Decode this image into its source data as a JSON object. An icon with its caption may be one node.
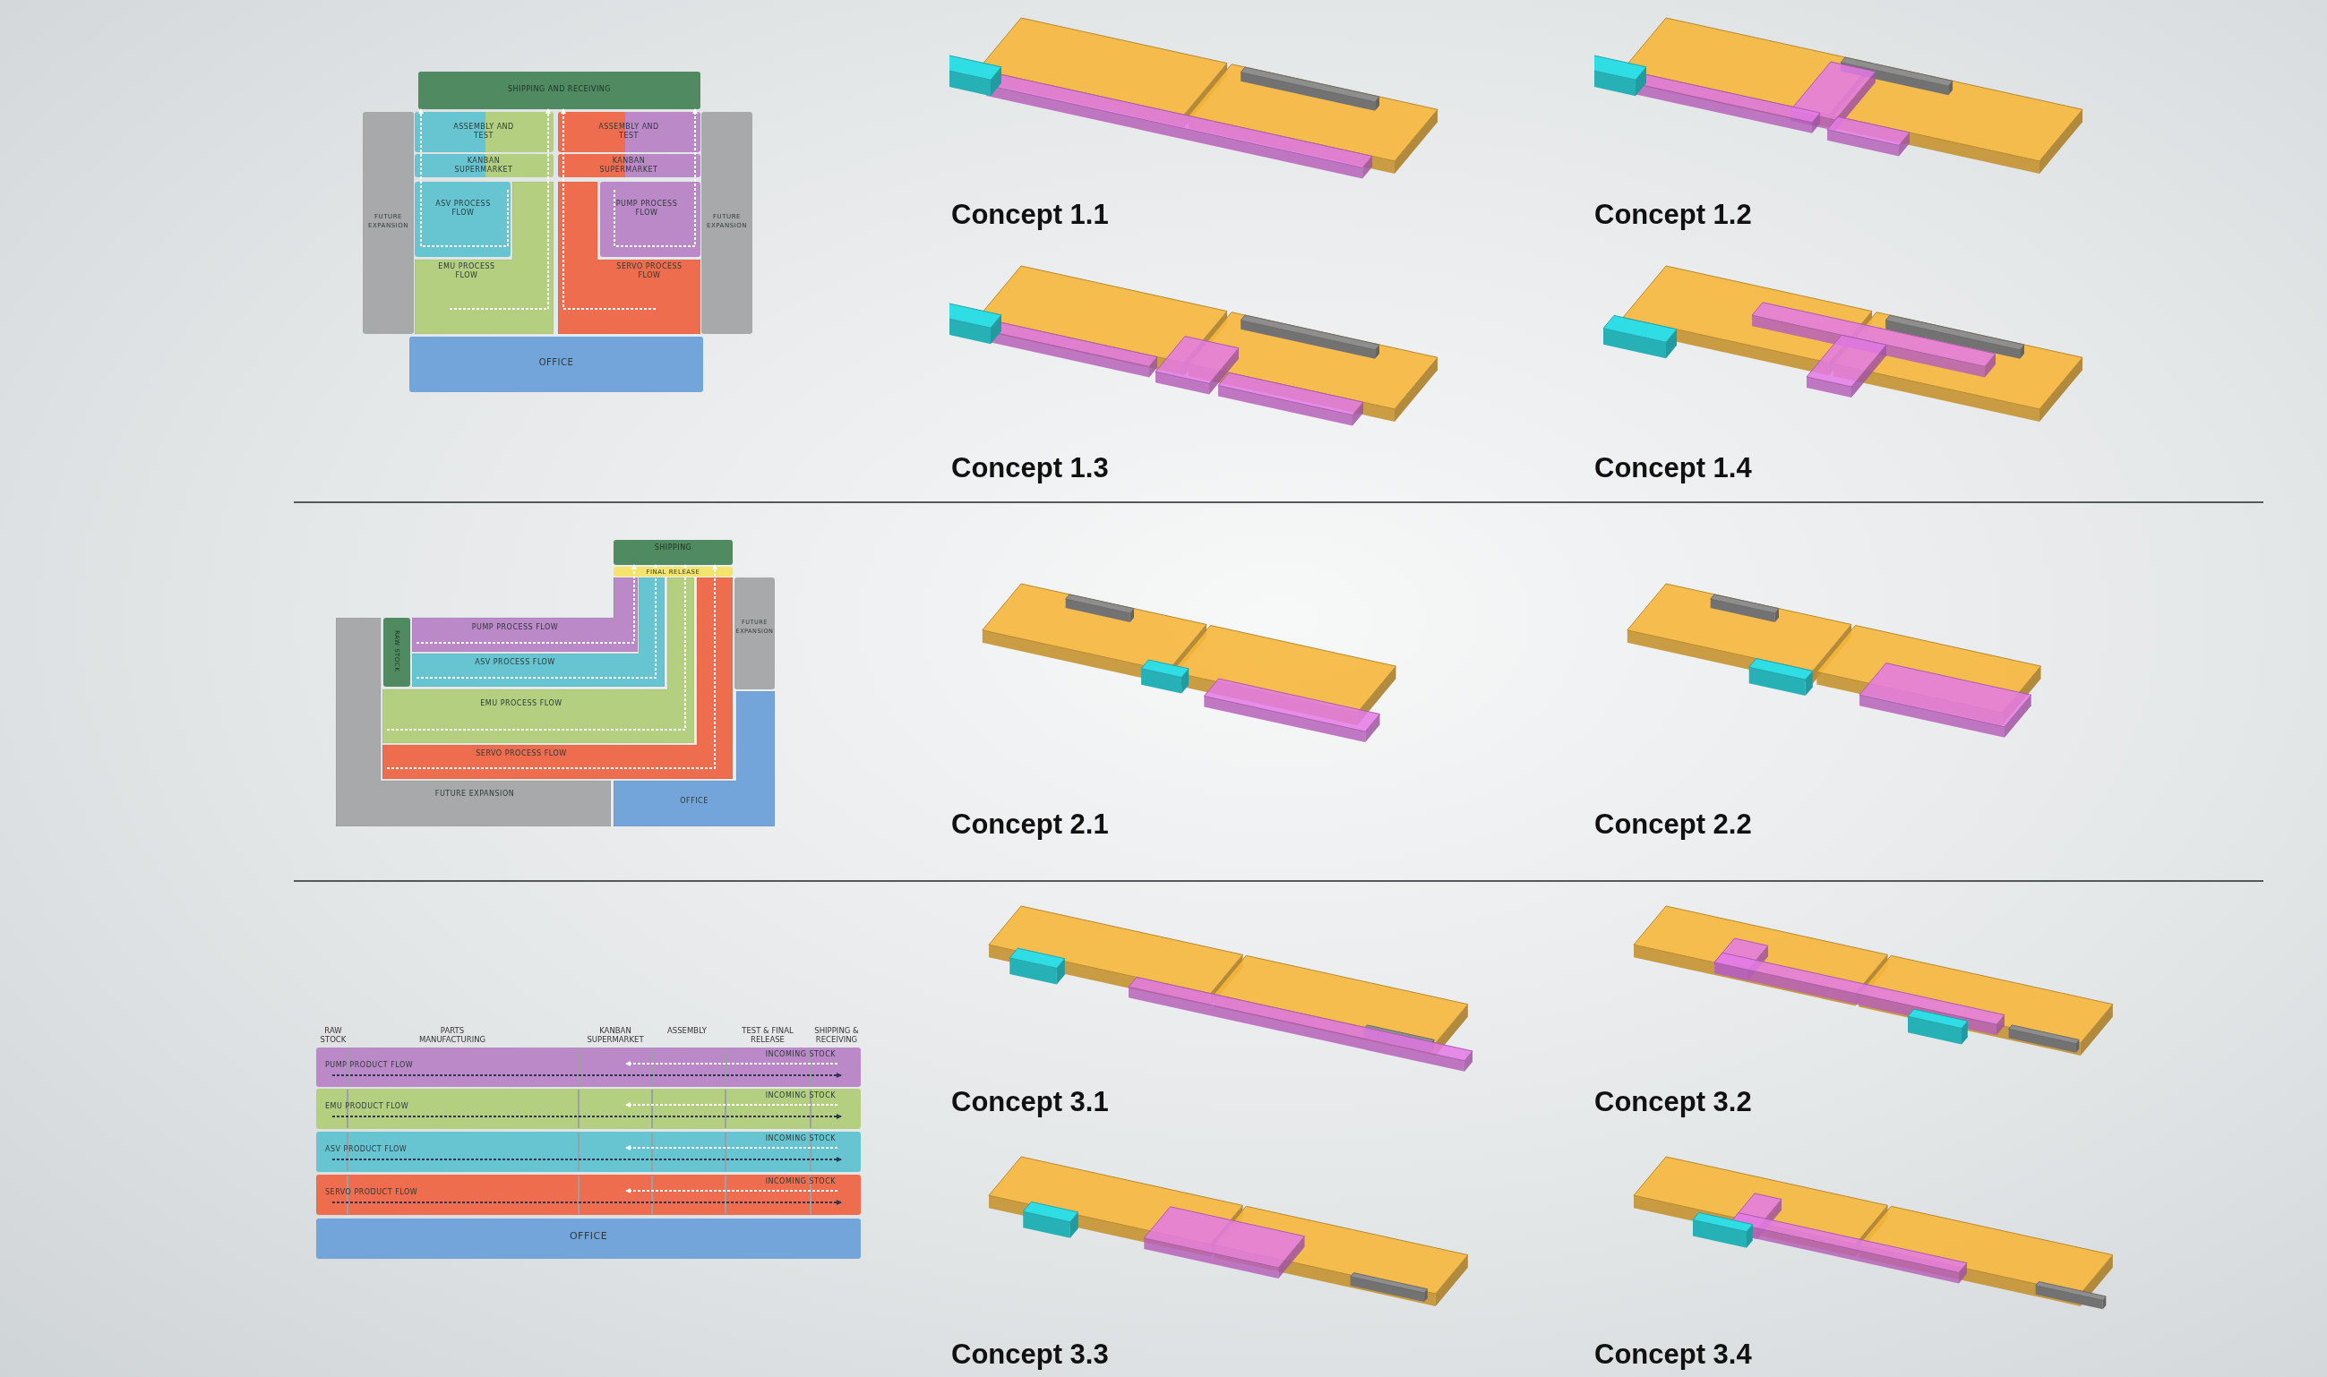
{
  "diagram": {
    "nodes": [
      {
        "text": [
          "SHIPPING AND RECEIVING"
        ]
      },
      {
        "text": [
          "FUTURE EXPANSION"
        ]
      },
      {
        "text": [
          "ASSEMBLY AND TEST"
        ]
      },
      {
        "text": [
          "KANBAN SUPERMARKET"
        ]
      },
      {
        "text": [
          "ASV PROCESS FLOW"
        ]
      },
      {
        "text": [
          "EMU PROCESS FLOW"
        ]
      },
      {
        "text": [
          "ASSEMBLY AND TEST"
        ]
      },
      {
        "text": [
          "KANBAN SUPERMARKET"
        ]
      },
      {
        "text": [
          "PUMP PROCESS FLOW"
        ]
      },
      {
        "text": [
          "SERVO PROCESS FLOW"
        ]
      },
      {
        "text": [
          "FUTURE EXPANSION"
        ]
      },
      {
        "text": [
          "OFFICE"
        ]
      },
      {
        "text": [
          "SHIPPING"
        ]
      },
      {
        "text": [
          "FINAL RELEASE"
        ]
      },
      {
        "text": [
          "FUTURE EXPANSION"
        ]
      },
      {
        "text": [
          "RAW STOCK"
        ]
      },
      {
        "text": [
          "PUMP PROCESS FLOW"
        ]
      },
      {
        "text": [
          "ASV PROCESS FLOW"
        ]
      },
      {
        "text": [
          "EMU PROCESS FLOW"
        ]
      },
      {
        "text": [
          "SERVO PROCESS FLOW"
        ]
      },
      {
        "text": [
          "FUTURE EXPANSION"
        ]
      },
      {
        "text": [
          "OFFICE"
        ]
      },
      {
        "text": [
          "PUMP PRODUCT FLOW",
          "INCOMING STOCK"
        ]
      },
      {
        "text": [
          "EMU PRODUCT FLOW",
          "INCOMING STOCK"
        ]
      },
      {
        "text": [
          "ASV PRODUCT FLOW",
          "INCOMING STOCK"
        ]
      },
      {
        "text": [
          "SERVO PRODUCT FLOW",
          "INCOMING STOCK"
        ]
      },
      {
        "text": [
          "OFFICE"
        ]
      }
    ],
    "edges": [
      {
        "from": 4,
        "to": 0,
        "arrow": "to"
      },
      {
        "from": 5,
        "to": 0,
        "arrow": "to"
      },
      {
        "from": 9,
        "to": 0,
        "arrow": "to"
      },
      {
        "from": 8,
        "to": 0,
        "arrow": "to"
      },
      {
        "from": 16,
        "to": 12,
        "arrow": "to"
      },
      {
        "from": 17,
        "to": 12,
        "arrow": "to"
      },
      {
        "from": 18,
        "to": 12,
        "arrow": "to"
      },
      {
        "from": 19,
        "to": 12,
        "arrow": "to"
      },
      {
        "from": null,
        "to": 22,
        "arrow": "to",
        "color": "#2f3552"
      },
      {
        "from": null,
        "to": 22,
        "arrow": "to"
      },
      {
        "from": null,
        "to": 23,
        "arrow": "to",
        "color": "#2f3552"
      },
      {
        "from": null,
        "to": 23,
        "arrow": "to"
      },
      {
        "from": null,
        "to": 24,
        "arrow": "to",
        "color": "#2f3552"
      },
      {
        "from": null,
        "to": 24,
        "arrow": "to"
      },
      {
        "from": null,
        "to": 25,
        "arrow": "to",
        "color": "#2f3552"
      },
      {
        "from": null,
        "to": 25,
        "arrow": "to"
      }
    ],
    "labels": [
      "Concept 1.1",
      "Concept 1.2",
      "Concept 1.3",
      "Concept 1.4",
      "Concept 2.1",
      "Concept 2.2",
      "RAW STOCK",
      "PARTS MANUFACTURING",
      "KANBAN SUPERMARKET",
      "ASSEMBLY",
      "TEST & FINAL RELEASE",
      "SHIPPING & RECEIVING",
      "Concept 3.1",
      "Concept 3.2",
      "Concept 3.3",
      "Concept 3.4"
    ]
  }
}
